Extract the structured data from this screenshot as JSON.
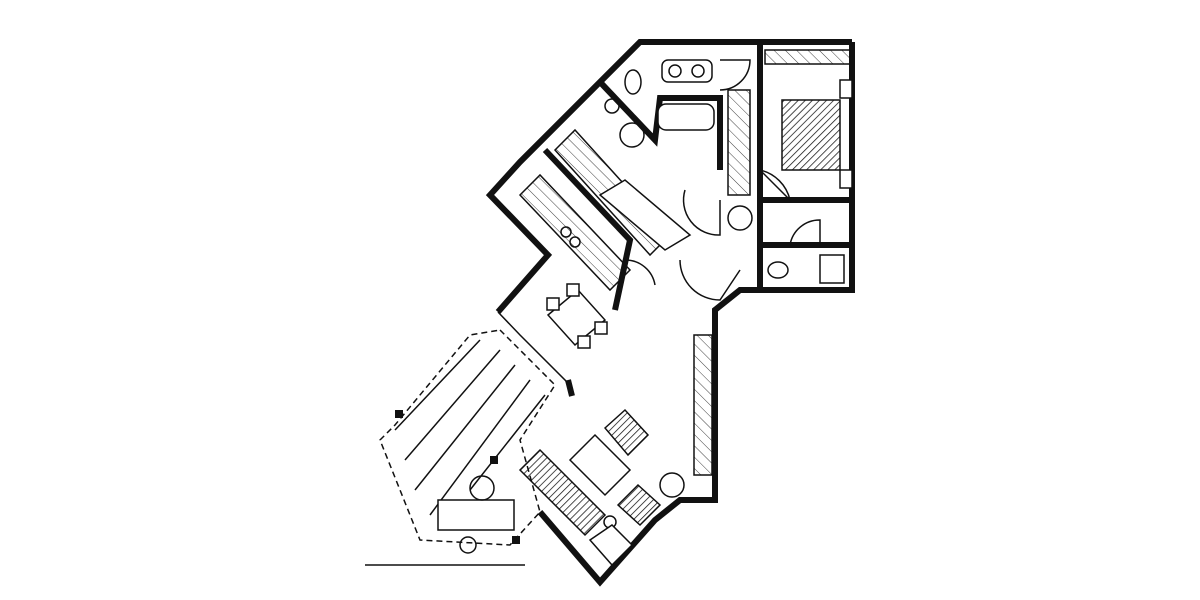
{
  "diagram": {
    "type": "floor-plan",
    "colors": {
      "line": "#111111",
      "background": "#ffffff"
    },
    "rooms": [
      "bathroom",
      "bedroom",
      "kitchen",
      "hallway",
      "wc",
      "dining-area",
      "living-room",
      "terrace"
    ]
  }
}
